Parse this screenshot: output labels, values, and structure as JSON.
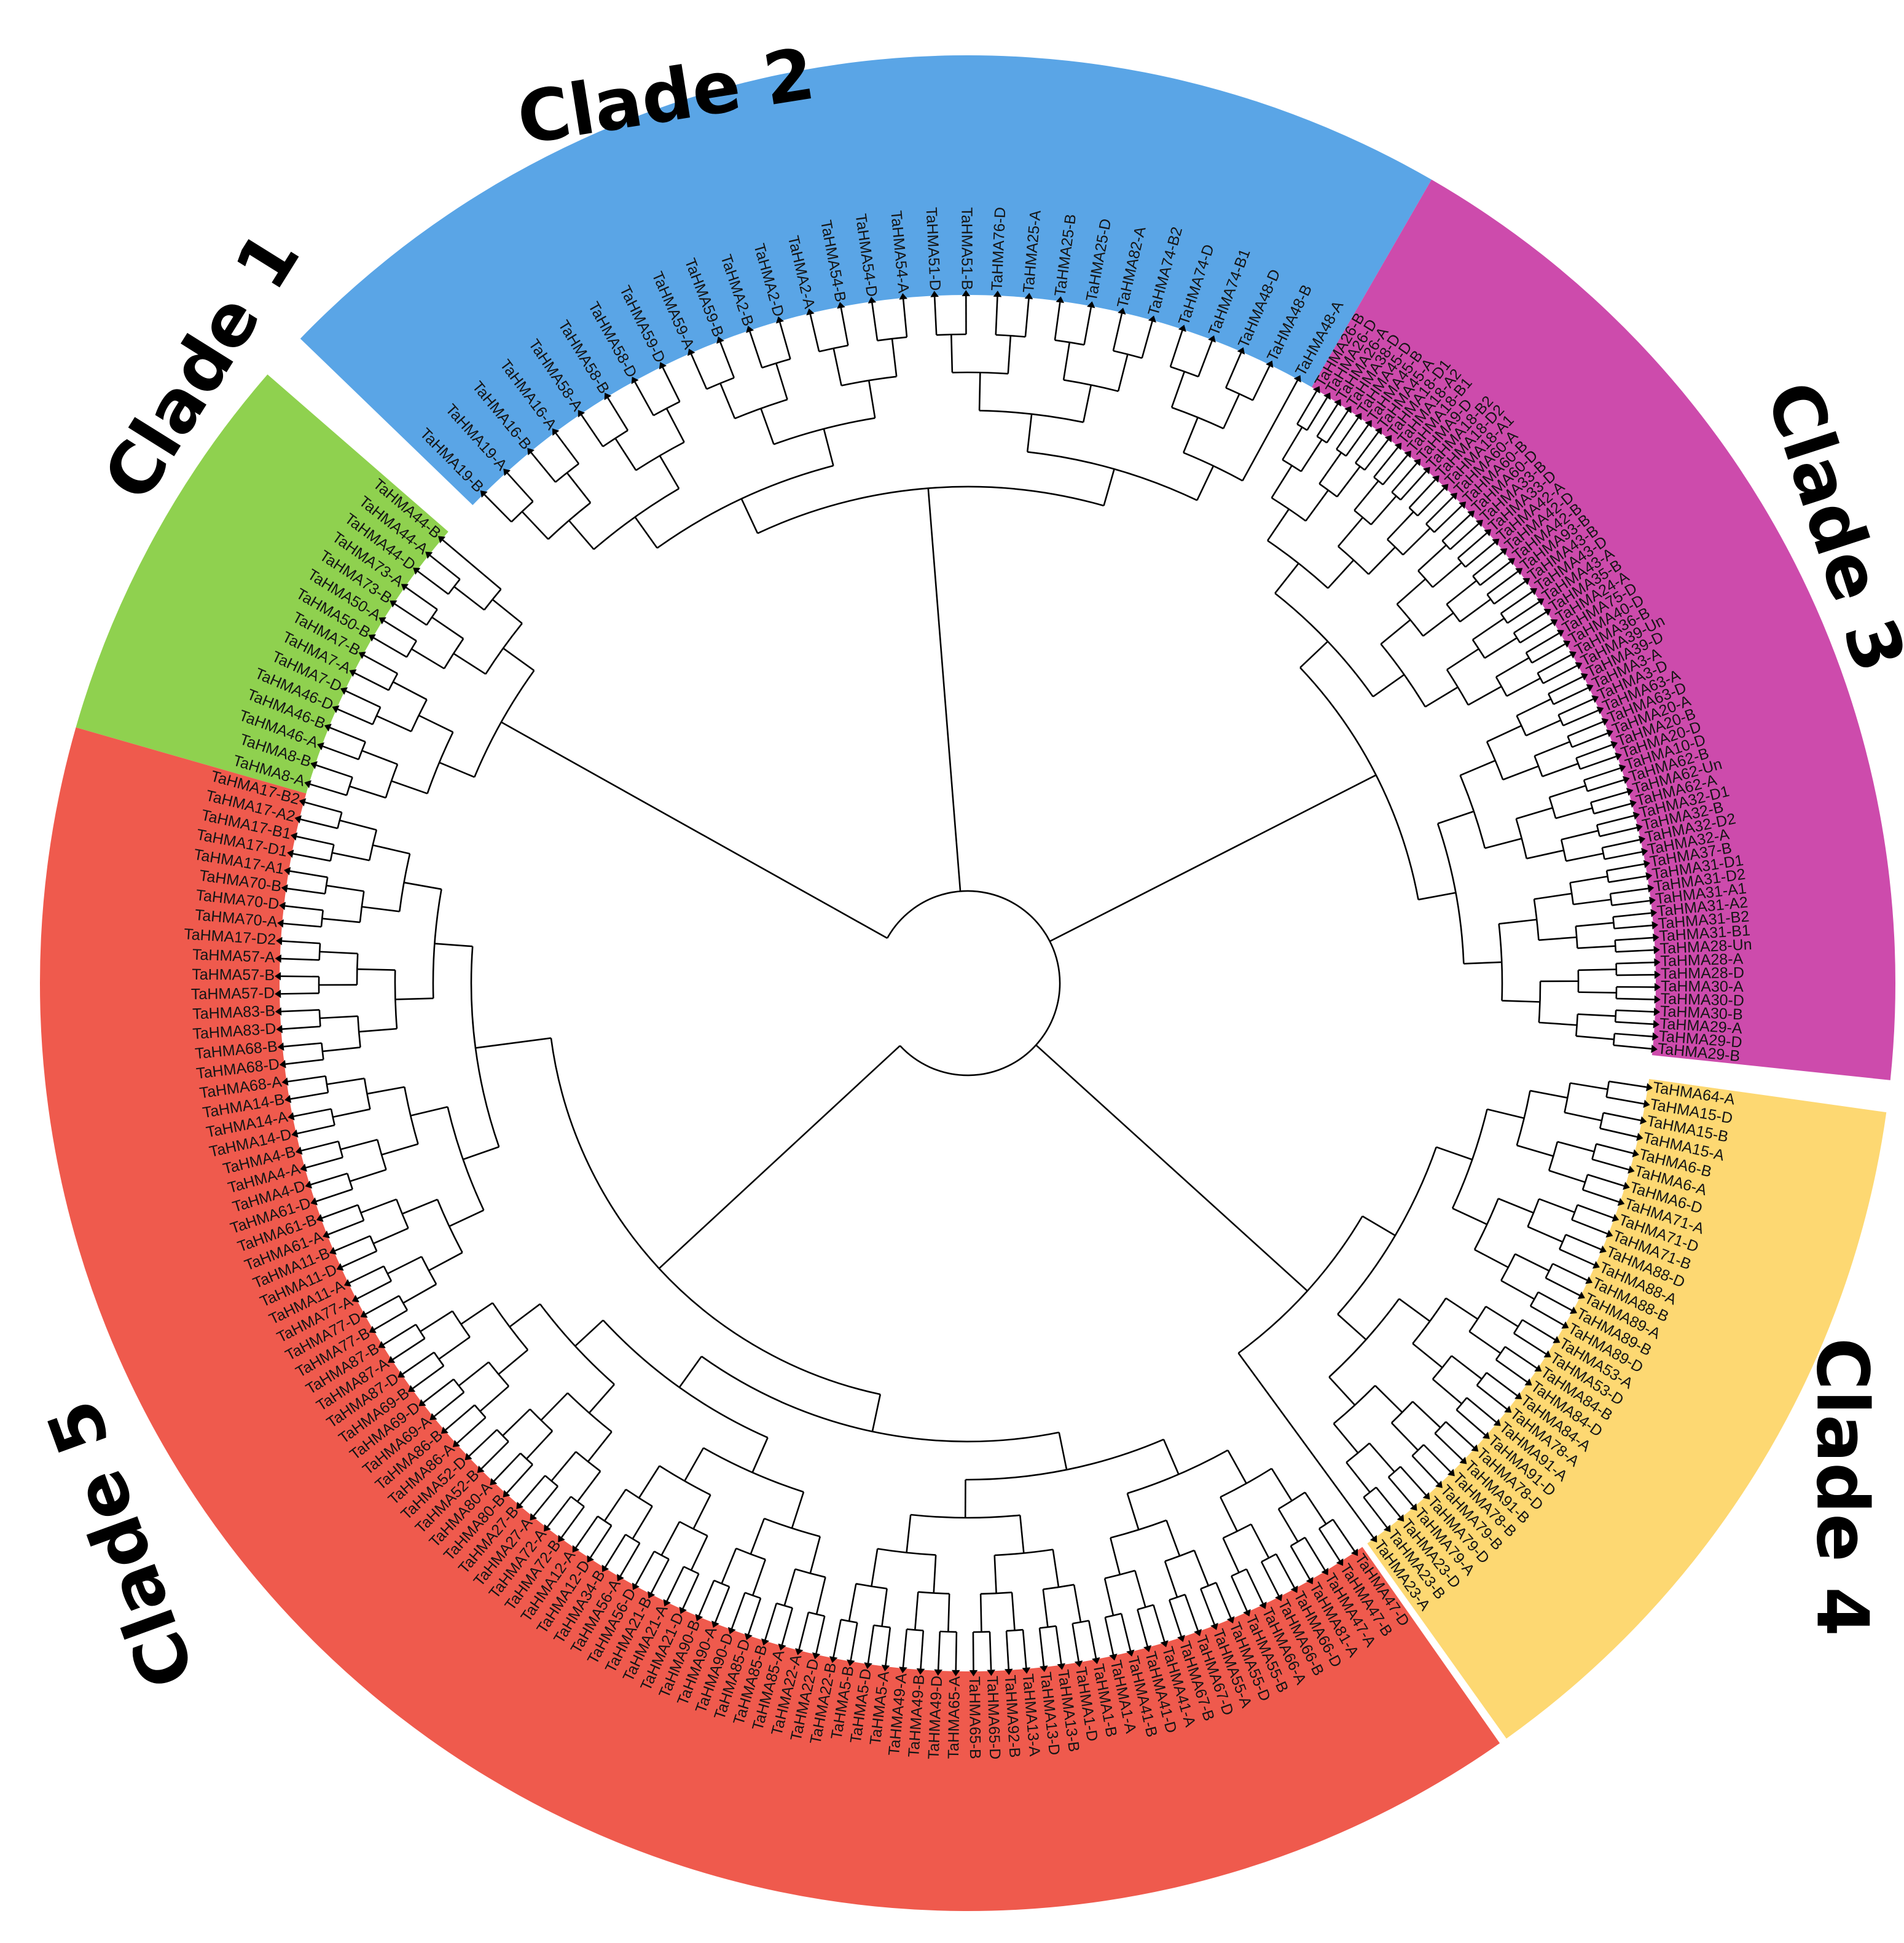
{
  "clades": [
    {
      "title": "Clade 1",
      "color": "#8fd14f",
      "leaves": [
        "TaHMA8-A",
        "TaHMA8-B",
        "TaHMA46-A",
        "TaHMA46-B",
        "TaHMA46-D",
        "TaHMA7-D",
        "TaHMA7-A",
        "TaHMA7-B",
        "TaHMA50-B",
        "TaHMA50-A",
        "TaHMA73-B",
        "TaHMA73-A",
        "TaHMA44-D",
        "TaHMA44-A",
        "TaHMA44-B"
      ]
    },
    {
      "title": "Clade 2",
      "color": "#5aa5e6",
      "leaves": [
        "TaHMA19-B",
        "TaHMA19-A",
        "TaHMA16-B",
        "TaHMA16-A",
        "TaHMA58-A",
        "TaHMA58-B",
        "TaHMA58-D",
        "TaHMA59-D",
        "TaHMA59-A",
        "TaHMA59-B",
        "TaHMA2-B",
        "TaHMA2-D",
        "TaHMA2-A",
        "TaHMA54-B",
        "TaHMA54-D",
        "TaHMA54-A",
        "TaHMA51-D",
        "TaHMA51-B",
        "TaHMA76-D",
        "TaHMA25-A",
        "TaHMA25-B",
        "TaHMA25-D",
        "TaHMA82-A",
        "TaHMA74-B2",
        "TaHMA74-D",
        "TaHMA74-B1",
        "TaHMA48-D",
        "TaHMA48-B",
        "TaHMA48-A"
      ]
    },
    {
      "title": "Clade 3",
      "color": "#cd4bac",
      "leaves": [
        "TaHMA26-B",
        "TaHMA26-D",
        "TaHMA26-A",
        "TaHMA38-D",
        "TaHMA45-D",
        "TaHMA45-B",
        "TaHMA45-A",
        "TaHMA18-D1",
        "TaHMA18-A2",
        "TaHMA18-B1",
        "TaHMA9-D",
        "TaHMA18-B2",
        "TaHMA18-D2",
        "TaHMA18-A1",
        "TaHMA60-A",
        "TaHMA60-B",
        "TaHMA60-D",
        "TaHMA33-B",
        "TaHMA33-D",
        "TaHMA42-A",
        "TaHMA42-D",
        "TaHMA42-B",
        "TaHMA93-B",
        "TaHMA43-B",
        "TaHMA43-D",
        "TaHMA43-A",
        "TaHMA35-B",
        "TaHMA24-A",
        "TaHMA75-D",
        "TaHMA40-D",
        "TaHMA36-B",
        "TaHMA39-Un",
        "TaHMA39-D",
        "TaHMA3-A",
        "TaHMA3-D",
        "TaHMA63-A",
        "TaHMA63-D",
        "TaHMA20-A",
        "TaHMA20-B",
        "TaHMA20-D",
        "TaHMA10-D",
        "TaHMA62-B",
        "TaHMA62-Un",
        "TaHMA62-A",
        "TaHMA32-D1",
        "TaHMA32-B",
        "TaHMA32-D2",
        "TaHMA32-A",
        "TaHMA37-B",
        "TaHMA31-D1",
        "TaHMA31-D2",
        "TaHMA31-A1",
        "TaHMA31-A2",
        "TaHMA31-B2",
        "TaHMA31-B1",
        "TaHMA28-Un",
        "TaHMA28-A",
        "TaHMA28-D",
        "TaHMA30-A",
        "TaHMA30-D",
        "TaHMA30-B",
        "TaHMA29-A",
        "TaHMA29-D",
        "TaHMA29-B"
      ]
    },
    {
      "title": "Clade 4",
      "color": "#fdd872",
      "leaves": [
        "TaHMA64-A",
        "TaHMA15-D",
        "TaHMA15-B",
        "TaHMA15-A",
        "TaHMA6-B",
        "TaHMA6-A",
        "TaHMA6-D",
        "TaHMA71-A",
        "TaHMA71-D",
        "TaHMA71-B",
        "TaHMA88-D",
        "TaHMA88-A",
        "TaHMA88-B",
        "TaHMA89-A",
        "TaHMA89-B",
        "TaHMA89-D",
        "TaHMA53-A",
        "TaHMA53-D",
        "TaHMA84-B",
        "TaHMA84-D",
        "TaHMA84-A",
        "TaHMA78-A",
        "TaHMA91-A",
        "TaHMA91-D",
        "TaHMA78-D",
        "TaHMA91-B",
        "TaHMA78-B",
        "TaHMA79-B",
        "TaHMA79-D",
        "TaHMA79-A",
        "TaHMA23-D",
        "TaHMA23-B",
        "TaHMA23-A"
      ]
    },
    {
      "title": "Clade 5",
      "color": "#ef5a4d",
      "leaves": [
        "TaHMA47-D",
        "TaHMA47-B",
        "TaHMA47-A",
        "TaHMA81-A",
        "TaHMA66-D",
        "TaHMA66-B",
        "TaHMA66-A",
        "TaHMA55-B",
        "TaHMA55-D",
        "TaHMA55-A",
        "TaHMA67-D",
        "TaHMA67-B",
        "TaHMA41-A",
        "TaHMA41-D",
        "TaHMA41-B",
        "TaHMA1-A",
        "TaHMA1-B",
        "TaHMA1-D",
        "TaHMA13-B",
        "TaHMA13-D",
        "TaHMA13-A",
        "TaHMA92-B",
        "TaHMA65-D",
        "TaHMA65-B",
        "TaHMA65-A",
        "TaHMA49-D",
        "TaHMA49-B",
        "TaHMA49-A",
        "TaHMA5-A",
        "TaHMA5-D",
        "TaHMA5-B",
        "TaHMA22-B",
        "TaHMA22-D",
        "TaHMA22-A",
        "TaHMA85-A",
        "TaHMA85-B",
        "TaHMA85-D",
        "TaHMA90-D",
        "TaHMA90-A",
        "TaHMA90-B",
        "TaHMA21-D",
        "TaHMA21-A",
        "TaHMA21-B",
        "TaHMA56-D",
        "TaHMA56-A",
        "TaHMA34-B",
        "TaHMA12-D",
        "TaHMA12-A",
        "TaHMA72-B",
        "TaHMA72-A",
        "TaHMA27-A",
        "TaHMA27-B",
        "TaHMA80-B",
        "TaHMA80-A",
        "TaHMA52-B",
        "TaHMA52-D",
        "TaHMA86-A",
        "TaHMA86-B",
        "TaHMA69-A",
        "TaHMA69-D",
        "TaHMA69-B",
        "TaHMA87-D",
        "TaHMA87-A",
        "TaHMA87-B",
        "TaHMA77-B",
        "TaHMA77-D",
        "TaHMA77-A",
        "TaHMA11-A",
        "TaHMA11-D",
        "TaHMA11-B",
        "TaHMA61-A",
        "TaHMA61-B",
        "TaHMA61-D",
        "TaHMA4-D",
        "TaHMA4-A",
        "TaHMA4-B",
        "TaHMA14-D",
        "TaHMA14-A",
        "TaHMA14-B",
        "TaHMA68-A",
        "TaHMA68-D",
        "TaHMA68-B",
        "TaHMA83-D",
        "TaHMA83-B",
        "TaHMA57-D",
        "TaHMA57-B",
        "TaHMA57-A",
        "TaHMA17-D2",
        "TaHMA70-A",
        "TaHMA70-D",
        "TaHMA70-B",
        "TaHMA17-A1",
        "TaHMA17-D1",
        "TaHMA17-B1",
        "TaHMA17-A2",
        "TaHMA17-B2"
      ]
    }
  ]
}
